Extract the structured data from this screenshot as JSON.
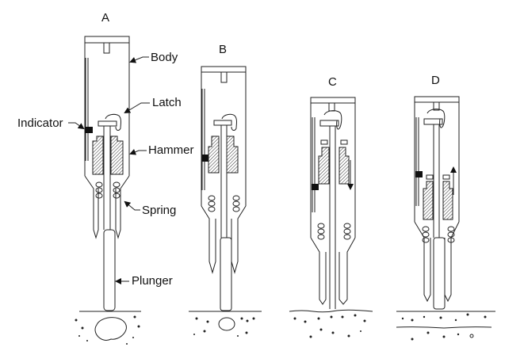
{
  "figure": {
    "panels": [
      {
        "id": "A",
        "title": "A"
      },
      {
        "id": "B",
        "title": "B"
      },
      {
        "id": "C",
        "title": "C"
      },
      {
        "id": "D",
        "title": "D"
      }
    ],
    "labels": {
      "body": "Body",
      "latch": "Latch",
      "indicator": "Indicator",
      "hammer": "Hammer",
      "spring": "Spring",
      "plunger": "Plunger"
    },
    "arrows": {
      "C": "down",
      "D": "up"
    }
  }
}
